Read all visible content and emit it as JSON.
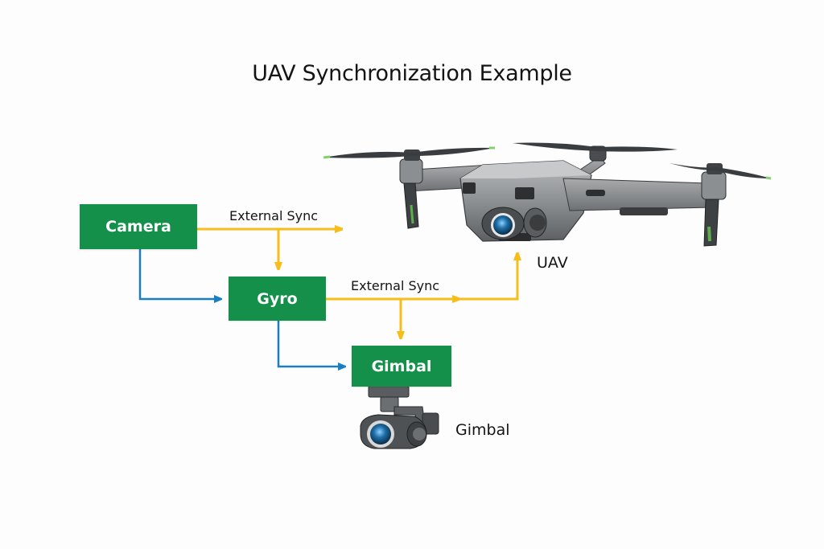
{
  "title": "UAV Synchronization Example",
  "nodes": {
    "camera": "Camera",
    "gyro": "Gyro",
    "gimbal": "Gimbal"
  },
  "edge_labels": {
    "camera_sync": "External Sync",
    "gyro_sync": "External Sync"
  },
  "device_labels": {
    "uav": "UAV",
    "gimbal": "Gimbal"
  },
  "colors": {
    "node_fill": "#14904a",
    "sync_line": "#f7bd1a",
    "data_line": "#1a7fc0"
  }
}
